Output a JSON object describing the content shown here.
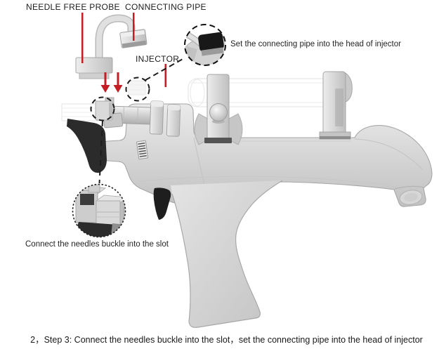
{
  "diagram": {
    "labels": {
      "needle_free_probe": "NEEDLE FREE PROBE",
      "connecting_pipe": "CONNECTING PIPE",
      "injector": "INJECTOR"
    },
    "annotations": {
      "set_pipe": "Set the connecting pipe into the head of injector",
      "connect_buckle": "Connect the needles buckle into the slot"
    },
    "caption": "2，Step 3: Connect the needles buckle into the slot，set the connecting pipe into the head of injector",
    "colors": {
      "accent_red": "#c41e24",
      "body_gray": "#d6d6d6",
      "dark_part": "#2b2b2b",
      "text": "#1c1c1c",
      "background": "#ffffff"
    },
    "icons": {
      "down_arrow": "red-down-arrow-icon",
      "dashed_circle": "dashed-circle-highlight-icon",
      "inset_magnifier": "zoom-inset-circle-icon"
    }
  }
}
